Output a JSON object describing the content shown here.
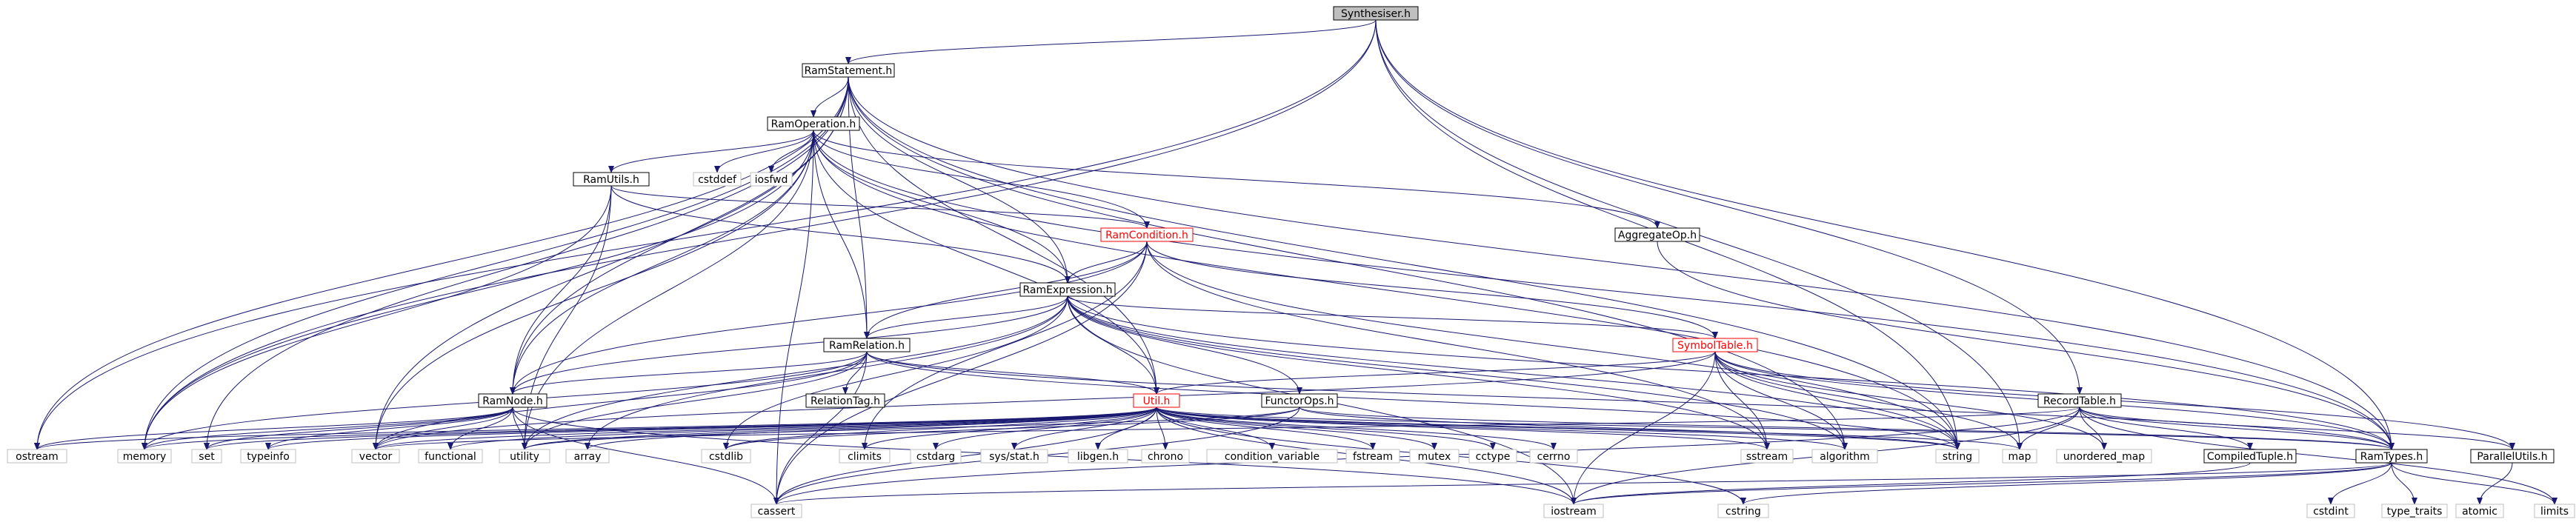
{
  "graph": {
    "colors": {
      "edge": "#191970",
      "root_fill": "#bfbfbf",
      "documented_border": "#000000",
      "system_border": "#bfbfbf",
      "truncated_border": "#ff0000",
      "text": "#000000",
      "truncated_text": "#ff0000"
    },
    "nodes": [
      {
        "id": "synth",
        "label": "Synthesiser.h",
        "kind": "root"
      },
      {
        "id": "ramstmt",
        "label": "RamStatement.h",
        "kind": "doc"
      },
      {
        "id": "ramop",
        "label": "RamOperation.h",
        "kind": "doc"
      },
      {
        "id": "ramutils",
        "label": "RamUtils.h",
        "kind": "doc"
      },
      {
        "id": "cstddef",
        "label": "cstddef",
        "kind": "sys"
      },
      {
        "id": "iosfwd",
        "label": "iosfwd",
        "kind": "sys"
      },
      {
        "id": "ramcond",
        "label": "RamCondition.h",
        "kind": "trunc"
      },
      {
        "id": "aggop",
        "label": "AggregateOp.h",
        "kind": "doc"
      },
      {
        "id": "ramexpr",
        "label": "RamExpression.h",
        "kind": "doc"
      },
      {
        "id": "ramrel",
        "label": "RamRelation.h",
        "kind": "doc"
      },
      {
        "id": "symtab",
        "label": "SymbolTable.h",
        "kind": "trunc"
      },
      {
        "id": "reltag",
        "label": "RelationTag.h",
        "kind": "doc"
      },
      {
        "id": "ramnode",
        "label": "RamNode.h",
        "kind": "doc"
      },
      {
        "id": "util",
        "label": "Util.h",
        "kind": "trunc"
      },
      {
        "id": "functorops",
        "label": "FunctorOps.h",
        "kind": "doc"
      },
      {
        "id": "rectable",
        "label": "RecordTable.h",
        "kind": "doc"
      },
      {
        "id": "comptuple",
        "label": "CompiledTuple.h",
        "kind": "doc"
      },
      {
        "id": "ramtypes",
        "label": "RamTypes.h",
        "kind": "doc"
      },
      {
        "id": "parutils",
        "label": "ParallelUtils.h",
        "kind": "doc"
      },
      {
        "id": "ostream",
        "label": "ostream",
        "kind": "sys"
      },
      {
        "id": "memory",
        "label": "memory",
        "kind": "sys"
      },
      {
        "id": "set",
        "label": "set",
        "kind": "sys"
      },
      {
        "id": "typeinfo",
        "label": "typeinfo",
        "kind": "sys"
      },
      {
        "id": "vector",
        "label": "vector",
        "kind": "sys"
      },
      {
        "id": "functional",
        "label": "functional",
        "kind": "sys"
      },
      {
        "id": "utility",
        "label": "utility",
        "kind": "sys"
      },
      {
        "id": "array",
        "label": "array",
        "kind": "sys"
      },
      {
        "id": "cstdlib",
        "label": "cstdlib",
        "kind": "sys"
      },
      {
        "id": "climits",
        "label": "climits",
        "kind": "sys"
      },
      {
        "id": "cstdarg",
        "label": "cstdarg",
        "kind": "sys"
      },
      {
        "id": "sysstat",
        "label": "sys/stat.h",
        "kind": "sys"
      },
      {
        "id": "libgen",
        "label": "libgen.h",
        "kind": "sys"
      },
      {
        "id": "chrono",
        "label": "chrono",
        "kind": "sys"
      },
      {
        "id": "condvar",
        "label": "condition_variable",
        "kind": "sys"
      },
      {
        "id": "fstream",
        "label": "fstream",
        "kind": "sys"
      },
      {
        "id": "mutex",
        "label": "mutex",
        "kind": "sys"
      },
      {
        "id": "cctype",
        "label": "cctype",
        "kind": "sys"
      },
      {
        "id": "cerrno",
        "label": "cerrno",
        "kind": "sys"
      },
      {
        "id": "sstream",
        "label": "sstream",
        "kind": "sys"
      },
      {
        "id": "algorithm",
        "label": "algorithm",
        "kind": "sys"
      },
      {
        "id": "string",
        "label": "string",
        "kind": "sys"
      },
      {
        "id": "map",
        "label": "map",
        "kind": "sys"
      },
      {
        "id": "unordmap",
        "label": "unordered_map",
        "kind": "sys"
      },
      {
        "id": "cassert",
        "label": "cassert",
        "kind": "sys"
      },
      {
        "id": "iostream",
        "label": "iostream",
        "kind": "sys"
      },
      {
        "id": "cstring",
        "label": "cstring",
        "kind": "sys"
      },
      {
        "id": "cstdint",
        "label": "cstdint",
        "kind": "sys"
      },
      {
        "id": "typetraits",
        "label": "type_traits",
        "kind": "sys"
      },
      {
        "id": "atomic",
        "label": "atomic",
        "kind": "sys"
      },
      {
        "id": "limits",
        "label": "limits",
        "kind": "sys"
      }
    ],
    "edges": [
      [
        "synth",
        "ramstmt"
      ],
      [
        "synth",
        "ostream"
      ],
      [
        "synth",
        "memory"
      ],
      [
        "synth",
        "string"
      ],
      [
        "synth",
        "map"
      ],
      [
        "synth",
        "rectable"
      ],
      [
        "synth",
        "ramtypes"
      ],
      [
        "ramstmt",
        "ramop"
      ],
      [
        "ramstmt",
        "ramrel"
      ],
      [
        "ramstmt",
        "ramexpr"
      ],
      [
        "ramstmt",
        "ramnode"
      ],
      [
        "ramstmt",
        "util"
      ],
      [
        "ramstmt",
        "memory"
      ],
      [
        "ramstmt",
        "vector"
      ],
      [
        "ramstmt",
        "set"
      ],
      [
        "ramstmt",
        "string"
      ],
      [
        "ramstmt",
        "algorithm"
      ],
      [
        "ramstmt",
        "ostream"
      ],
      [
        "ramstmt",
        "ramtypes"
      ],
      [
        "ramop",
        "ramutils"
      ],
      [
        "ramop",
        "cstddef"
      ],
      [
        "ramop",
        "iosfwd"
      ],
      [
        "ramop",
        "ramcond"
      ],
      [
        "ramop",
        "aggop"
      ],
      [
        "ramop",
        "ramexpr"
      ],
      [
        "ramop",
        "ramrel"
      ],
      [
        "ramop",
        "ramnode"
      ],
      [
        "ramop",
        "util"
      ],
      [
        "ramop",
        "ramtypes"
      ],
      [
        "ramop",
        "memory"
      ],
      [
        "ramop",
        "vector"
      ],
      [
        "ramop",
        "utility"
      ],
      [
        "ramop",
        "string"
      ],
      [
        "ramop",
        "cassert"
      ],
      [
        "ramutils",
        "ramcond"
      ],
      [
        "ramutils",
        "ramexpr"
      ],
      [
        "ramutils",
        "ramnode"
      ],
      [
        "ramutils",
        "memory"
      ],
      [
        "ramutils",
        "utility"
      ],
      [
        "ramcond",
        "ramexpr"
      ],
      [
        "ramcond",
        "ramrel"
      ],
      [
        "ramcond",
        "symtab"
      ],
      [
        "ramcond",
        "ramnode"
      ],
      [
        "ramcond",
        "climits"
      ],
      [
        "ramcond",
        "string"
      ],
      [
        "ramcond",
        "sstream"
      ],
      [
        "ramcond",
        "cassert"
      ],
      [
        "aggop",
        "ramtypes"
      ],
      [
        "ramexpr",
        "ramrel"
      ],
      [
        "ramexpr",
        "symtab"
      ],
      [
        "ramexpr",
        "util"
      ],
      [
        "ramexpr",
        "ramnode"
      ],
      [
        "ramexpr",
        "functorops"
      ],
      [
        "ramexpr",
        "ramtypes"
      ],
      [
        "ramexpr",
        "array"
      ],
      [
        "ramexpr",
        "cstdlib"
      ],
      [
        "ramexpr",
        "utility"
      ],
      [
        "ramexpr",
        "string"
      ],
      [
        "ramexpr",
        "algorithm"
      ],
      [
        "ramexpr",
        "sstream"
      ],
      [
        "ramexpr",
        "iostream"
      ],
      [
        "ramrel",
        "reltag"
      ],
      [
        "ramrel",
        "ramnode"
      ],
      [
        "ramrel",
        "util"
      ],
      [
        "ramrel",
        "ramtypes"
      ],
      [
        "ramrel",
        "utility"
      ],
      [
        "ramrel",
        "vector"
      ],
      [
        "ramrel",
        "string"
      ],
      [
        "ramrel",
        "cassert"
      ],
      [
        "ramrel",
        "memory"
      ],
      [
        "symtab",
        "util"
      ],
      [
        "symtab",
        "ramtypes"
      ],
      [
        "symtab",
        "parutils"
      ],
      [
        "symtab",
        "string"
      ],
      [
        "symtab",
        "map"
      ],
      [
        "symtab",
        "unordmap"
      ],
      [
        "symtab",
        "sstream"
      ],
      [
        "symtab",
        "algorithm"
      ],
      [
        "symtab",
        "iostream"
      ],
      [
        "symtab",
        "vector"
      ],
      [
        "ramnode",
        "functional"
      ],
      [
        "ramnode",
        "memory"
      ],
      [
        "ramnode",
        "set"
      ],
      [
        "ramnode",
        "typeinfo"
      ],
      [
        "ramnode",
        "vector"
      ],
      [
        "ramnode",
        "utility"
      ],
      [
        "ramnode",
        "cassert"
      ],
      [
        "ramnode",
        "iostream"
      ],
      [
        "ramnode",
        "ostream"
      ],
      [
        "util",
        "array"
      ],
      [
        "util",
        "cstdlib"
      ],
      [
        "util",
        "climits"
      ],
      [
        "util",
        "cstdarg"
      ],
      [
        "util",
        "sysstat"
      ],
      [
        "util",
        "libgen"
      ],
      [
        "util",
        "chrono"
      ],
      [
        "util",
        "condvar"
      ],
      [
        "util",
        "fstream"
      ],
      [
        "util",
        "mutex"
      ],
      [
        "util",
        "cctype"
      ],
      [
        "util",
        "cerrno"
      ],
      [
        "util",
        "sstream"
      ],
      [
        "util",
        "algorithm"
      ],
      [
        "util",
        "string"
      ],
      [
        "util",
        "map"
      ],
      [
        "util",
        "set"
      ],
      [
        "util",
        "vector"
      ],
      [
        "util",
        "utility"
      ],
      [
        "util",
        "functional"
      ],
      [
        "util",
        "memory"
      ],
      [
        "util",
        "iostream"
      ],
      [
        "util",
        "cassert"
      ],
      [
        "util",
        "cstring"
      ],
      [
        "util",
        "typeinfo"
      ],
      [
        "util",
        "ostream"
      ],
      [
        "util",
        "ramtypes"
      ],
      [
        "functorops",
        "cstdlib"
      ],
      [
        "functorops",
        "cassert"
      ],
      [
        "functorops",
        "string"
      ],
      [
        "functorops",
        "ramtypes"
      ],
      [
        "functorops",
        "utility"
      ],
      [
        "rectable",
        "comptuple"
      ],
      [
        "rectable",
        "ramtypes"
      ],
      [
        "rectable",
        "parutils"
      ],
      [
        "rectable",
        "map"
      ],
      [
        "rectable",
        "unordmap"
      ],
      [
        "rectable",
        "vector"
      ],
      [
        "rectable",
        "cassert"
      ],
      [
        "rectable",
        "limits"
      ],
      [
        "rectable",
        "iostream"
      ],
      [
        "comptuple",
        "iostream"
      ],
      [
        "ramtypes",
        "cassert"
      ],
      [
        "ramtypes",
        "cstdint"
      ],
      [
        "ramtypes",
        "cstring"
      ],
      [
        "ramtypes",
        "iostream"
      ],
      [
        "ramtypes",
        "limits"
      ],
      [
        "ramtypes",
        "type_traits_dummy"
      ],
      [
        "ramtypes",
        "typetraits"
      ],
      [
        "parutils",
        "atomic"
      ]
    ]
  }
}
